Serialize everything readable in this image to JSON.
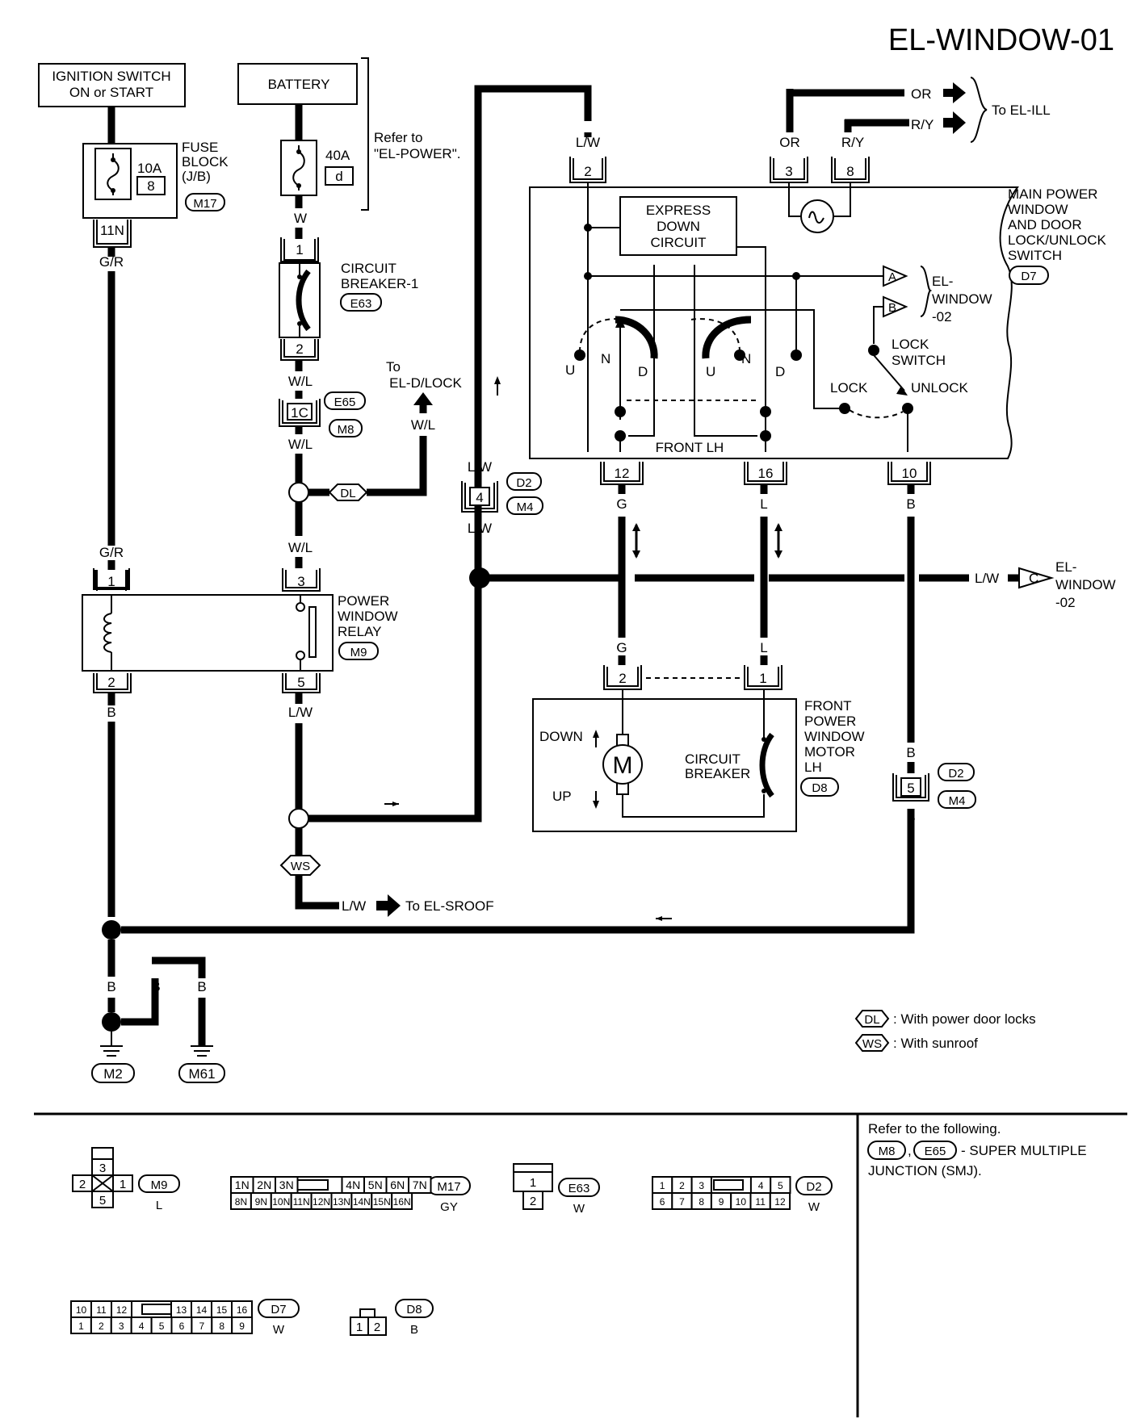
{
  "title": "EL-WINDOW-01",
  "ignition": {
    "line1": "IGNITION SWITCH",
    "line2": "ON or START"
  },
  "battery": "BATTERY",
  "refer_power": {
    "line1": "Refer to",
    "line2": "\"EL-POWER\"."
  },
  "fuse_10a": {
    "amp": "10A",
    "num": "8",
    "l1": "FUSE",
    "l2": "BLOCK",
    "l3": "(J/B)",
    "conn": "M17",
    "terminal": "11N"
  },
  "fuse_40a": {
    "amp": "40A",
    "num": "d"
  },
  "cb1": {
    "l1": "CIRCUIT",
    "l2": "BREAKER-1",
    "conn": "E63",
    "t1": "1",
    "t2": "2"
  },
  "smj": {
    "term": "1C",
    "c1": "E65",
    "c2": "M8"
  },
  "to_dlock": {
    "l1": "To",
    "l2": "EL-D/LOCK"
  },
  "dl_tag": "DL",
  "ws_tag": "WS",
  "relay": {
    "l1": "POWER",
    "l2": "WINDOW",
    "l3": "RELAY",
    "conn": "M9",
    "t1": "1",
    "t2": "2",
    "t3": "3",
    "t5": "5"
  },
  "wires": {
    "w": "W",
    "gr": "G/R",
    "wl": "W/L",
    "lw": "L/W",
    "b": "B",
    "g": "G",
    "l": "L",
    "or": "OR",
    "ry": "R/Y"
  },
  "to_ill": {
    "or": "OR",
    "ry": "R/Y",
    "text": "To EL-ILL"
  },
  "d2m4_upper": {
    "term": "4",
    "c1": "D2",
    "c2": "M4"
  },
  "d2m4_lower": {
    "term": "5",
    "c1": "D2",
    "c2": "M4"
  },
  "main_switch": {
    "l1": "MAIN POWER",
    "l2": "WINDOW",
    "l3": "AND DOOR",
    "l4": "LOCK/UNLOCK",
    "l5": "SWITCH",
    "conn": "D7",
    "t2": "2",
    "t3": "3",
    "t8": "8",
    "t12": "12",
    "t16": "16",
    "t10": "10",
    "express": {
      "l1": "EXPRESS",
      "l2": "DOWN",
      "l3": "CIRCUIT"
    },
    "front_lh": "FRONT LH",
    "u": "U",
    "n": "N",
    "d": "D",
    "lock_switch": {
      "l1": "LOCK",
      "l2": "SWITCH"
    },
    "lock": "LOCK",
    "unlock": "UNLOCK",
    "ref_a": "A",
    "ref_b": "B",
    "ref_el": {
      "l1": "EL-",
      "l2": "WINDOW",
      "l3": "-02"
    }
  },
  "ref_c": {
    "tag": "C",
    "l1": "EL-",
    "l2": "WINDOW",
    "l3": "-02"
  },
  "motor": {
    "l1": "FRONT",
    "l2": "POWER",
    "l3": "WINDOW",
    "l4": "MOTOR",
    "l5": "LH",
    "conn": "D8",
    "t1": "1",
    "t2": "2",
    "m": "M",
    "down": "DOWN",
    "up": "UP",
    "cb_l1": "CIRCUIT",
    "cb_l2": "BREAKER"
  },
  "to_sroof": "To EL-SROOF",
  "grounds": {
    "g1": "M2",
    "g2": "M61"
  },
  "legend": {
    "dl": ": With power door locks",
    "ws": ": With sunroof"
  },
  "refer_smj": {
    "l1": "Refer to the following.",
    "c1": "M8",
    "c2": "E65",
    "l2": "- SUPER MULTIPLE",
    "l3": "JUNCTION (SMJ)."
  },
  "connectors": {
    "m9": {
      "name": "M9",
      "color": "L",
      "pins": [
        "3",
        "2",
        "1",
        "5"
      ]
    },
    "m17": {
      "name": "M17",
      "color": "GY",
      "top": [
        "1N",
        "2N",
        "3N",
        "4N",
        "5N",
        "6N",
        "7N"
      ],
      "bottom": [
        "8N",
        "9N",
        "10N",
        "11N",
        "12N",
        "13N",
        "14N",
        "15N",
        "16N"
      ]
    },
    "e63": {
      "name": "E63",
      "color": "W",
      "pins": [
        "1",
        "2"
      ]
    },
    "d2": {
      "name": "D2",
      "color": "W",
      "top": [
        "1",
        "2",
        "3",
        "4",
        "5"
      ],
      "bottom": [
        "6",
        "7",
        "8",
        "9",
        "10",
        "11",
        "12"
      ]
    },
    "d7": {
      "name": "D7",
      "color": "W",
      "top": [
        "10",
        "11",
        "12",
        "13",
        "14",
        "15",
        "16"
      ],
      "bottom": [
        "1",
        "2",
        "3",
        "4",
        "5",
        "6",
        "7",
        "8",
        "9"
      ]
    },
    "d8": {
      "name": "D8",
      "color": "B",
      "pins": [
        "1",
        "2"
      ]
    }
  }
}
